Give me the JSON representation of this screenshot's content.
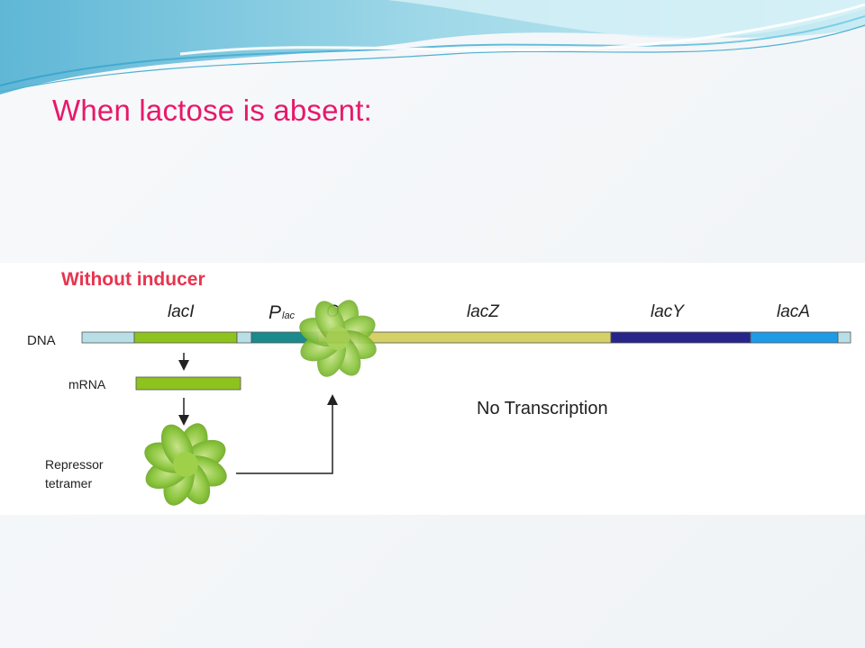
{
  "slide": {
    "title": "When lactose is absent:"
  },
  "diagram": {
    "heading": "Without inducer",
    "dna_label": "DNA",
    "mrna_label": "mRNA",
    "repressor_label_line1": "Repressor",
    "repressor_label_line2": "tetramer",
    "status_text": "No Transcription",
    "gene_labels": {
      "lacI": "lacI",
      "promoter_main": "P",
      "promoter_sub": "lac",
      "operator": "O",
      "lacZ": "lacZ",
      "lacY": "lacY",
      "lacA": "lacA"
    },
    "colors": {
      "heading": "#e8344e",
      "lacI": "#8dc21f",
      "promoter": "#1a8a8c",
      "operator": "#f4a6b7",
      "lacZ": "#d6d068",
      "lacY": "#27258a",
      "lacA": "#1f9be6",
      "spacer": "#b9dfe6",
      "repressor": "#8cc63f",
      "title": "#e8186a"
    }
  }
}
